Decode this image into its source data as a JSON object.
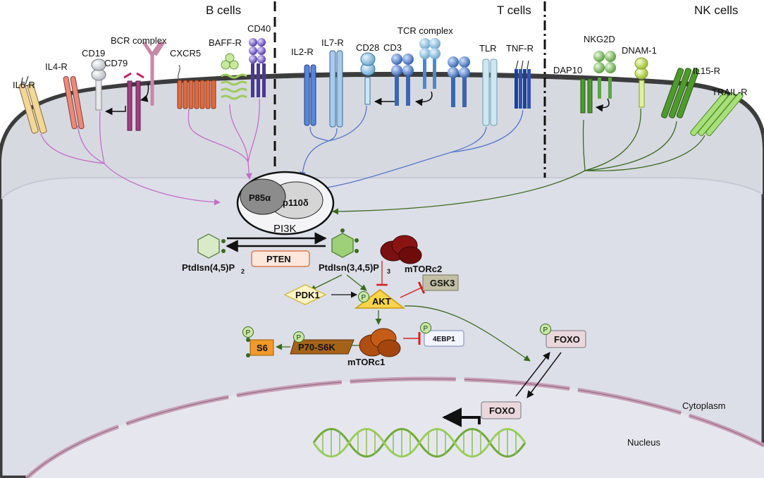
{
  "headers": {
    "b_cells": "B cells",
    "t_cells": "T cells",
    "nk_cells": "NK cells"
  },
  "receptors": {
    "il6r": "IL6-R",
    "il4r": "IL4-R",
    "cd19": "CD19",
    "cd79": "CD79",
    "bcr": "BCR complex",
    "cxcr5": "CXCR5",
    "baffr": "BAFF-R",
    "cd40": "CD40",
    "il2r": "IL2-R",
    "il7r": "IL7-R",
    "cd28": "CD28",
    "cd3": "CD3",
    "tcr": "TCR complex",
    "tlr": "TLR",
    "tnfr": "TNF-R",
    "dap10": "DAP10",
    "nkg2d": "NKG2D",
    "dnam1": "DNAM-1",
    "il15r": "IL15-R",
    "trailr": "TRAIL-R"
  },
  "pathway": {
    "p85": "P85α",
    "p110": "p110δ",
    "pi3k": "PI3K",
    "pten": "PTEN",
    "pip2_main": "PtdIsn(4,5)P",
    "pip2_sub": "2",
    "pip3_main": "PtdIsn(3,4,5)P",
    "pip3_sub": "3",
    "mtorc2": "mTORc2",
    "mtorc1": "mTORc1",
    "pdk1": "PDK1",
    "akt": "AKT",
    "gsk3": "GSK3",
    "eb4p1": "4EBP1",
    "s6": "S6",
    "p70": "P70-S6K",
    "foxo": "FOXO",
    "foxo_nuc": "FOXO",
    "phospho": "P"
  },
  "compartments": {
    "cytoplasm": "Cytoplasm",
    "nucleus": "Nucleus"
  },
  "colors": {
    "b_arrow": "#c56cc9",
    "t_arrow": "#5577cc",
    "nk_arrow": "#3a6a1c",
    "inhibit": "#d42020",
    "cell_fill": "#dcdfe8",
    "membrane": "#3c3c3c",
    "nuclear_membrane": "#c9a0b8",
    "dna": "#7ab648"
  }
}
